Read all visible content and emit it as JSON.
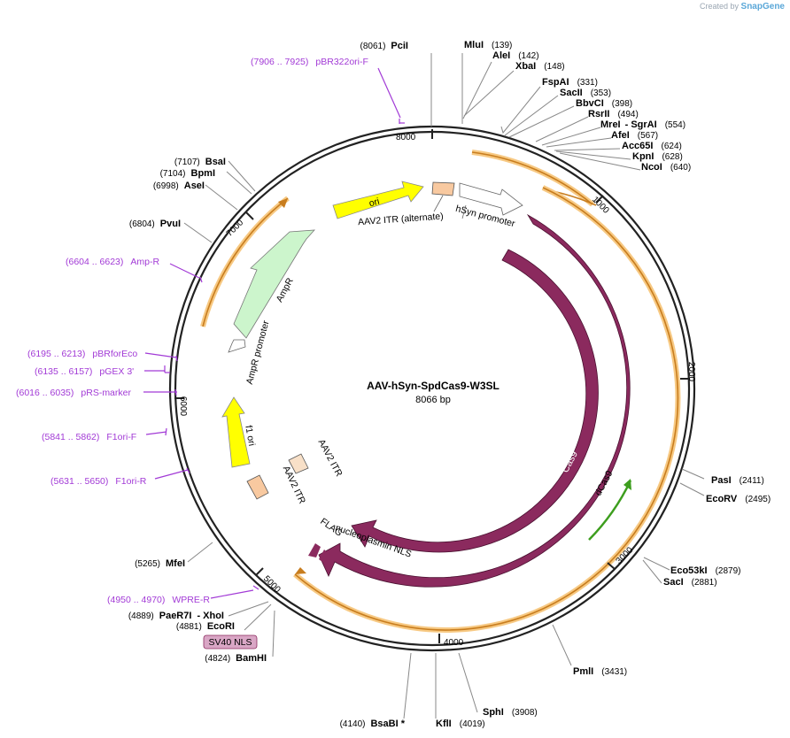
{
  "brand": {
    "prefix": "Created by",
    "name": "SnapGene"
  },
  "plasmid": {
    "name": "AAV-hSyn-SpdCas9-W3SL",
    "length_text": "8066 bp"
  },
  "ticks": [
    "1000",
    "2000",
    "3000",
    "4000",
    "5000",
    "6000",
    "7000",
    "8000"
  ],
  "enzymes": [
    {
      "name": "PciI",
      "pos": "(8061)"
    },
    {
      "name": "MluI",
      "pos": "(139)"
    },
    {
      "name": "AleI",
      "pos": "(142)"
    },
    {
      "name": "XbaI",
      "pos": "(148)"
    },
    {
      "name": "FspAI",
      "pos": "(331)"
    },
    {
      "name": "SacII",
      "pos": "(353)"
    },
    {
      "name": "BbvCI",
      "pos": "(398)"
    },
    {
      "name": "RsrII",
      "pos": "(494)"
    },
    {
      "name": "MreI",
      "pos": "(554)",
      "extra": "- SgrAI"
    },
    {
      "name": "AfeI",
      "pos": "(567)"
    },
    {
      "name": "Acc65I",
      "pos": "(624)"
    },
    {
      "name": "KpnI",
      "pos": "(628)"
    },
    {
      "name": "NcoI",
      "pos": "(640)"
    },
    {
      "name": "PasI",
      "pos": "(2411)"
    },
    {
      "name": "EcoRV",
      "pos": "(2495)"
    },
    {
      "name": "Eco53kI",
      "pos": "(2879)"
    },
    {
      "name": "SacI",
      "pos": "(2881)"
    },
    {
      "name": "PmlI",
      "pos": "(3431)"
    },
    {
      "name": "SphI",
      "pos": "(3908)"
    },
    {
      "name": "KflI",
      "pos": "(4019)"
    },
    {
      "name": "BsaBI *",
      "pos": "(4140)"
    },
    {
      "name": "BamHI",
      "pos": "(4824)"
    },
    {
      "name": "EcoRI",
      "pos": "(4881)"
    },
    {
      "name": "PaeR7I",
      "pos": "(4889)",
      "extra": "- XhoI"
    },
    {
      "name": "MfeI",
      "pos": "(5265)"
    },
    {
      "name": "PvuI",
      "pos": "(6804)"
    },
    {
      "name": "AseI",
      "pos": "(6998)"
    },
    {
      "name": "BpmI",
      "pos": "(7104)"
    },
    {
      "name": "BsaI",
      "pos": "(7107)"
    }
  ],
  "primers": [
    {
      "range": "(7906 .. 7925)",
      "name": "pBR322ori-F"
    },
    {
      "range": "(6604 .. 6623)",
      "name": "Amp-R"
    },
    {
      "range": "(6195 .. 6213)",
      "name": "pBRforEco"
    },
    {
      "range": "(6135 .. 6157)",
      "name": "pGEX 3'"
    },
    {
      "range": "(6016 .. 6035)",
      "name": "pRS-marker"
    },
    {
      "range": "(5841 .. 5862)",
      "name": "F1ori-F"
    },
    {
      "range": "(5631 .. 5650)",
      "name": "F1ori-R"
    },
    {
      "range": "(4950 .. 4970)",
      "name": "WPRE-R"
    }
  ],
  "features": [
    {
      "name": "ori",
      "color": "#ffff00"
    },
    {
      "name": "AAV2 ITR (alternate)",
      "color": "#f8c9a0"
    },
    {
      "name": "hSyn promoter",
      "color": "#ffffff"
    },
    {
      "name": "AmpR",
      "color": "#ccf5cc"
    },
    {
      "name": "AmpR promoter",
      "color": "#ffffff"
    },
    {
      "name": "f1 ori",
      "color": "#ffff00"
    },
    {
      "name": "AAV2 ITR",
      "color": "#f8c9a0"
    },
    {
      "name": "AAV2 ITR",
      "color": "#f8e0c8"
    },
    {
      "name": "Cas9",
      "color": "#8b2a5e"
    },
    {
      "name": "dCas9",
      "color": "#8b2a5e"
    },
    {
      "name": "FLAG",
      "color": "#8b2a5e"
    },
    {
      "name": "nucleoplasmin NLS",
      "color": "#8b2a5e"
    },
    {
      "name": "SV40 NLS",
      "color": "#d9a6c5"
    }
  ],
  "colors": {
    "backbone": "#222222",
    "orf_halo": "#f7c983",
    "orf_line": "#c87d1e",
    "cds": "#8b2a5e",
    "primer": "#a23ad6",
    "green_arrow": "#3d9e1e"
  }
}
